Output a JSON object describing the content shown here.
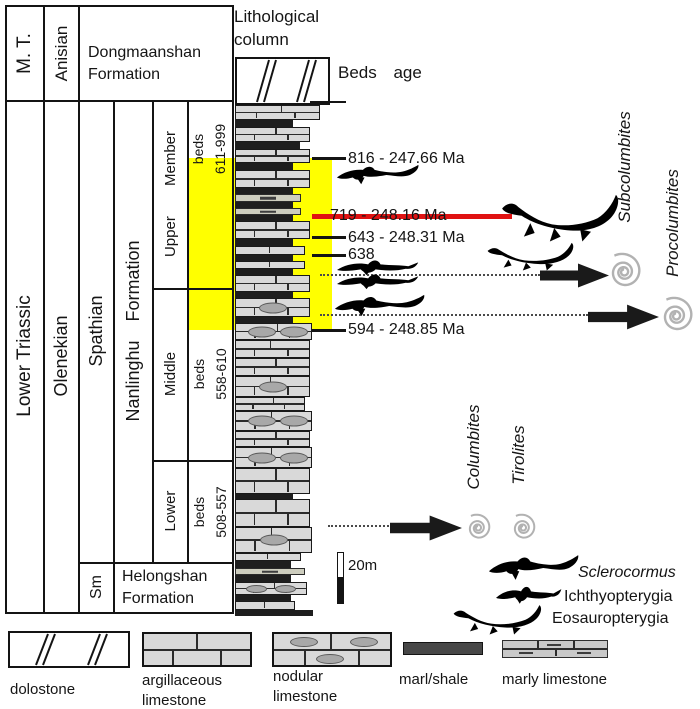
{
  "header": {
    "lith_column": "Lithological\ncolumn",
    "beds_age": "Beds  age"
  },
  "chrono": {
    "middle_triassic": "M. T.",
    "anisian": "Anisian",
    "lower_triassic": "Lower Triassic",
    "olenekian": "Olenekian",
    "spathian": "Spathian",
    "smithian": "Sm"
  },
  "units": {
    "dongmaanshan": "Dongmaanshan\nFormation",
    "nanlinghu": "Nanlinghu Formation",
    "helongshan": "Helongshan\nFormation",
    "upper_member": "Upper Member",
    "middle_member": "Middle",
    "lower_member": "Lower",
    "beds_upper": "beds\n611-999",
    "beds_middle": "beds\n558-610",
    "beds_lower": "beds\n508-557"
  },
  "markers": [
    {
      "bed": "816",
      "age_ma": "247.66",
      "label": "816 - 247.66 Ma"
    },
    {
      "bed": "719",
      "age_ma": "248.16",
      "label": "719 - 248.16 Ma"
    },
    {
      "bed": "643",
      "age_ma": "248.31",
      "label": "643 - 248.31 Ma"
    },
    {
      "bed": "638",
      "age_ma": null,
      "label": "638"
    },
    {
      "bed": "594",
      "age_ma": "248.85",
      "label": "594 - 248.85 Ma"
    }
  ],
  "ammonite_zones": [
    {
      "name": "Subcolumbites"
    },
    {
      "name": "Procolumbites"
    },
    {
      "name": "Columbites"
    },
    {
      "name": "Tirolites"
    }
  ],
  "fauna_legend": [
    {
      "name": "Sclerocormus",
      "italic": true
    },
    {
      "name": "Ichthyopterygia",
      "italic": false
    },
    {
      "name": "Eosauropterygia",
      "italic": false
    }
  ],
  "lithology_legend": [
    {
      "type": "dolostone",
      "label": "dolostone"
    },
    {
      "type": "argillaceous-limestone",
      "label": "argillaceous\nlimestone"
    },
    {
      "type": "nodular-limestone",
      "label": "nodular\nlimestone"
    },
    {
      "type": "marl-shale",
      "label": "marl/shale"
    },
    {
      "type": "marly-limestone",
      "label": "marly limestone"
    }
  ],
  "scale_bar": {
    "label": "20m"
  },
  "colors": {
    "highlight_band": "#ffff00",
    "red_boundary_line": "#e01212",
    "limestone_fill": "#d9d9d9",
    "marl_fill": "#1e1e1e",
    "ammonite_stroke": "#b2b2b2"
  },
  "column_beds": [
    [
      "ls",
      15,
      85
    ],
    [
      "ml",
      7,
      58
    ],
    [
      "ls",
      15,
      75
    ],
    [
      "ml",
      7,
      65
    ],
    [
      "ls",
      14,
      75
    ],
    [
      "ml",
      7,
      58
    ],
    [
      "ls",
      18,
      75
    ],
    [
      "ml",
      6,
      58
    ],
    [
      "my",
      8,
      66
    ],
    [
      "ml",
      6,
      58
    ],
    [
      "my",
      7,
      66
    ],
    [
      "ml",
      6,
      58
    ],
    [
      "ls",
      18,
      75
    ],
    [
      "ml",
      7,
      58
    ],
    [
      "ls",
      9,
      70
    ],
    [
      "ml",
      6,
      58
    ],
    [
      "ls",
      8,
      70
    ],
    [
      "ml",
      6,
      58
    ],
    [
      "ls",
      17,
      75
    ],
    [
      "ml",
      6,
      58
    ],
    [
      "nd1",
      19,
      75
    ],
    [
      "ml",
      6,
      58
    ],
    [
      "nd2",
      17,
      77
    ],
    [
      "ls",
      18,
      75
    ],
    [
      "ls",
      18,
      75
    ],
    [
      "nd1",
      21,
      75
    ],
    [
      "ls",
      14,
      70
    ],
    [
      "nd2",
      20,
      77
    ],
    [
      "ls",
      16,
      75
    ],
    [
      "nd2",
      21,
      77
    ],
    [
      "ls",
      26,
      75
    ],
    [
      "ml",
      5,
      58
    ],
    [
      "ls",
      28,
      75
    ],
    [
      "nd1",
      26,
      77
    ],
    [
      "ls",
      8,
      66
    ],
    [
      "ml",
      7,
      56
    ],
    [
      "my",
      7,
      70
    ],
    [
      "ml",
      7,
      56
    ],
    [
      "nd2s",
      13,
      72
    ],
    [
      "ml",
      6,
      56
    ],
    [
      "ls",
      9,
      60
    ],
    [
      "ml",
      6,
      78
    ]
  ]
}
